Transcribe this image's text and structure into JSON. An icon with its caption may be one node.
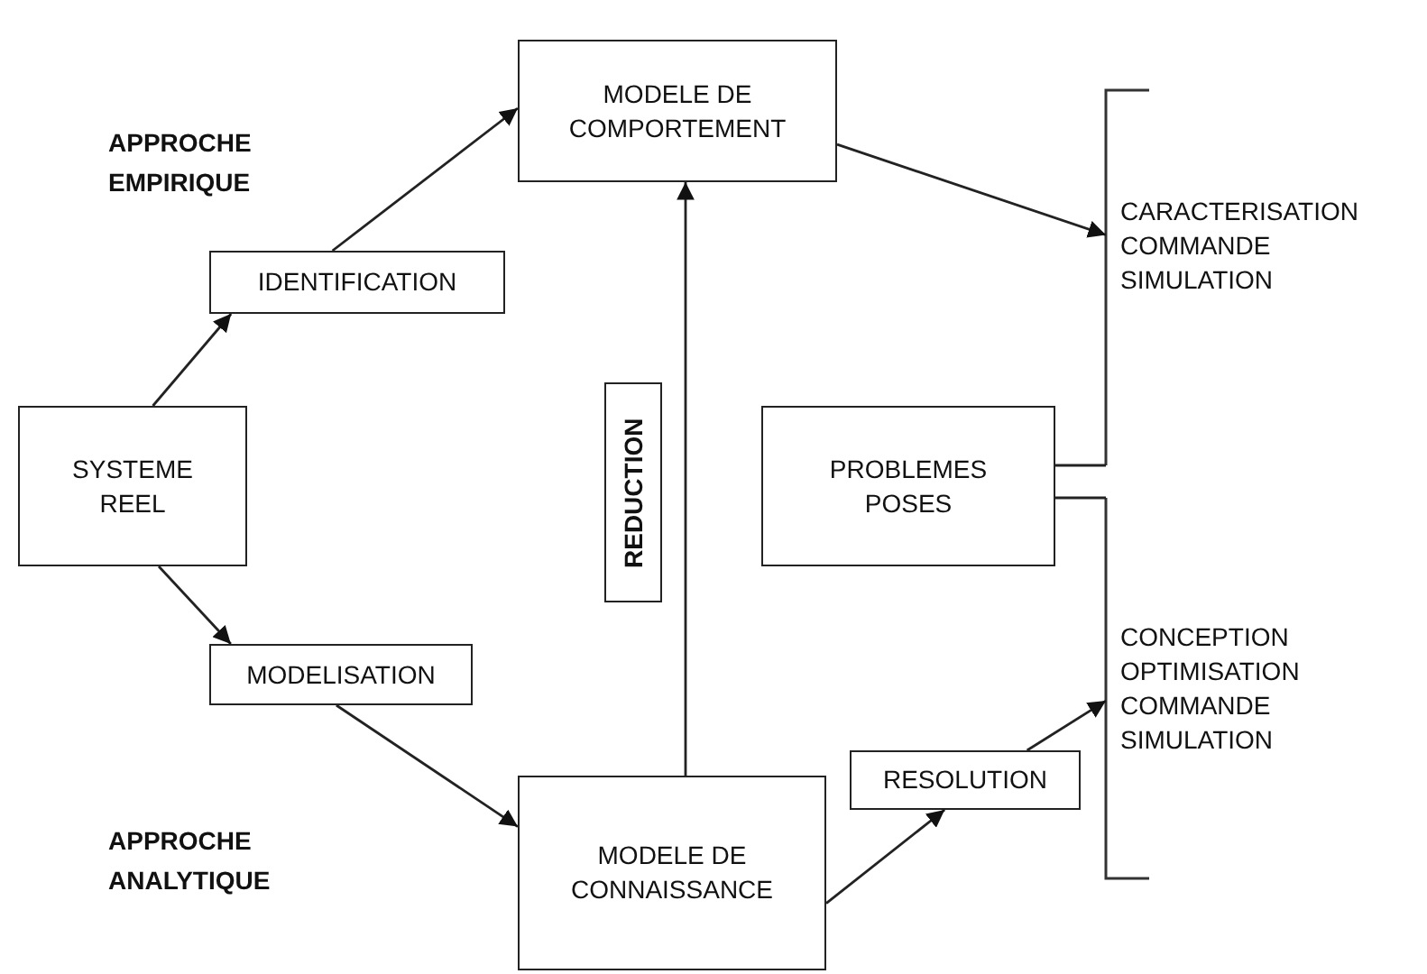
{
  "diagram": {
    "nodes": [
      {
        "text": [
          "MODELE DE COMPORTEMENT"
        ]
      },
      {
        "text": [
          "IDENTIFICATION"
        ]
      },
      {
        "text": [
          "SYSTEME REEL"
        ]
      },
      {
        "text": [
          "PROBLEMES POSES"
        ]
      },
      {
        "text": [
          "CARACTERISATION COMMANDE SIMULATION"
        ]
      },
      {
        "text": [
          "MODELISATION"
        ]
      },
      {
        "text": [
          "MODELE DE CONNAISSANCE"
        ]
      },
      {
        "text": [
          "RESOLUTION"
        ]
      },
      {
        "text": [
          "CONCEPTION OPTIMISATION COMMANDE SIMULATION"
        ]
      }
    ],
    "edges": [
      {
        "from": 2,
        "to": 1,
        "arrow": "to"
      },
      {
        "from": 1,
        "to": 0,
        "arrow": "to"
      },
      {
        "from": 2,
        "to": 5,
        "arrow": "to"
      },
      {
        "from": 5,
        "to": 6,
        "arrow": "to"
      },
      {
        "from": 6,
        "to": 0,
        "arrow": "to",
        "label": "REDUCTION"
      },
      {
        "from": 6,
        "to": 7,
        "arrow": "to"
      },
      {
        "from": 7,
        "to": 8,
        "arrow": "to"
      },
      {
        "from": 0,
        "to": 4,
        "arrow": "to"
      },
      {
        "from": 3,
        "to": 4,
        "arrow": "none"
      },
      {
        "from": 3,
        "to": 8,
        "arrow": "none"
      }
    ],
    "labels": [
      "APPROCHE EMPIRIQUE",
      "APPROCHE ANALYTIQUE"
    ]
  }
}
